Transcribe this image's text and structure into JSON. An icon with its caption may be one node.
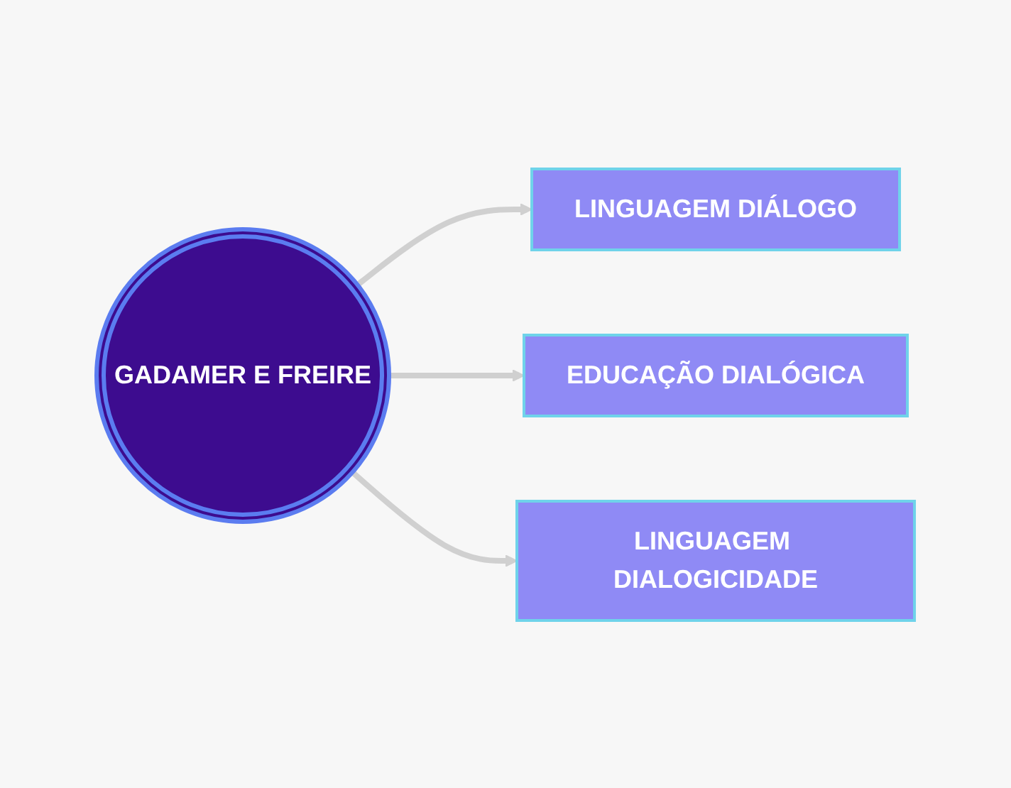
{
  "diagram": {
    "nodes": [
      {
        "text": [
          "GADAMER E FREIRE"
        ]
      },
      {
        "text": [
          "LINGUAGEM DIÁLOGO"
        ]
      },
      {
        "text": [
          "EDUCAÇÃO DIALÓGICA"
        ]
      },
      {
        "text": [
          "LINGUAGEM DIALOGICIDADE"
        ]
      }
    ],
    "edges": [
      {
        "from": 0,
        "to": 1,
        "arrow": "to"
      },
      {
        "from": 0,
        "to": 2,
        "arrow": "to"
      },
      {
        "from": 0,
        "to": 3,
        "arrow": "to"
      }
    ]
  }
}
